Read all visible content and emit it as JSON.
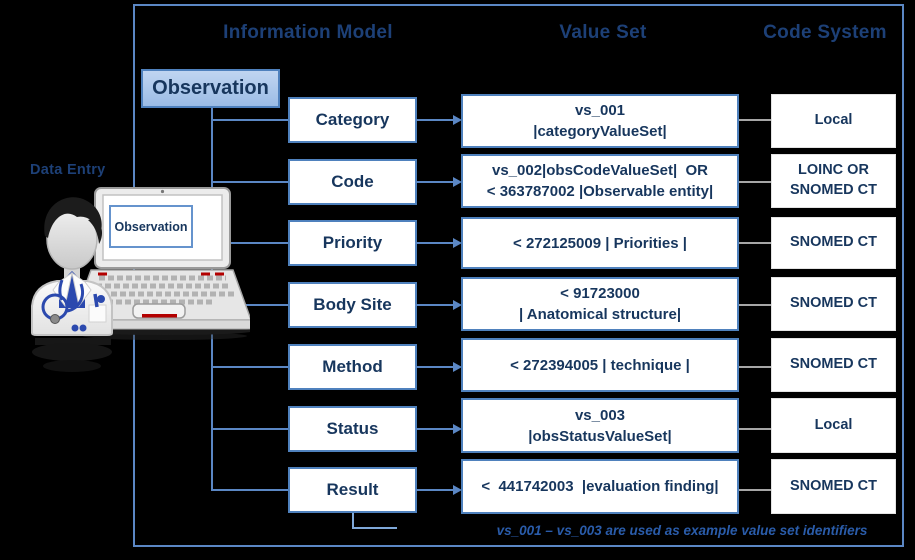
{
  "title_headers": {
    "information_model": "Information Model",
    "value_set": "Value Set",
    "code_system": "Code System"
  },
  "observation": {
    "label": "Observation"
  },
  "data_entry": {
    "label": "Data Entry",
    "screen_label": "Observation"
  },
  "rows": [
    {
      "attribute": "Category",
      "value_set_lines": [
        "vs_001",
        "|categoryValueSet|"
      ],
      "code_system_lines": [
        "Local"
      ]
    },
    {
      "attribute": "Code",
      "value_set_lines": [
        "vs_002|obsCodeValueSet|  OR",
        "< 363787002 |Observable entity|"
      ],
      "code_system_lines": [
        "LOINC OR",
        "SNOMED CT"
      ]
    },
    {
      "attribute": "Priority",
      "value_set_lines": [
        "< 272125009 | Priorities |"
      ],
      "code_system_lines": [
        "SNOMED CT"
      ]
    },
    {
      "attribute": "Body Site",
      "value_set_lines": [
        "< 91723000",
        "| Anatomical structure|"
      ],
      "code_system_lines": [
        "SNOMED CT"
      ]
    },
    {
      "attribute": "Method",
      "value_set_lines": [
        "< 272394005 | technique |"
      ],
      "code_system_lines": [
        "SNOMED CT"
      ]
    },
    {
      "attribute": "Status",
      "value_set_lines": [
        "vs_003",
        "|obsStatusValueSet|"
      ],
      "code_system_lines": [
        "Local"
      ]
    },
    {
      "attribute": "Result",
      "value_set_lines": [
        "<  441742003  |evaluation finding|"
      ],
      "code_system_lines": [
        "SNOMED CT"
      ]
    }
  ],
  "footnote": "vs_001 – vs_003 are used as example value set identifiers",
  "colors": {
    "background": "#000000",
    "accent_blue": "#5b87c4",
    "box_border_blue": "#4f81bd",
    "navy_text": "#17365d",
    "header_blue": "#1d4077",
    "observation_fill": "#aec9ea",
    "gray_connector": "#a6a6a6",
    "footnote_blue": "#2a5caa"
  }
}
